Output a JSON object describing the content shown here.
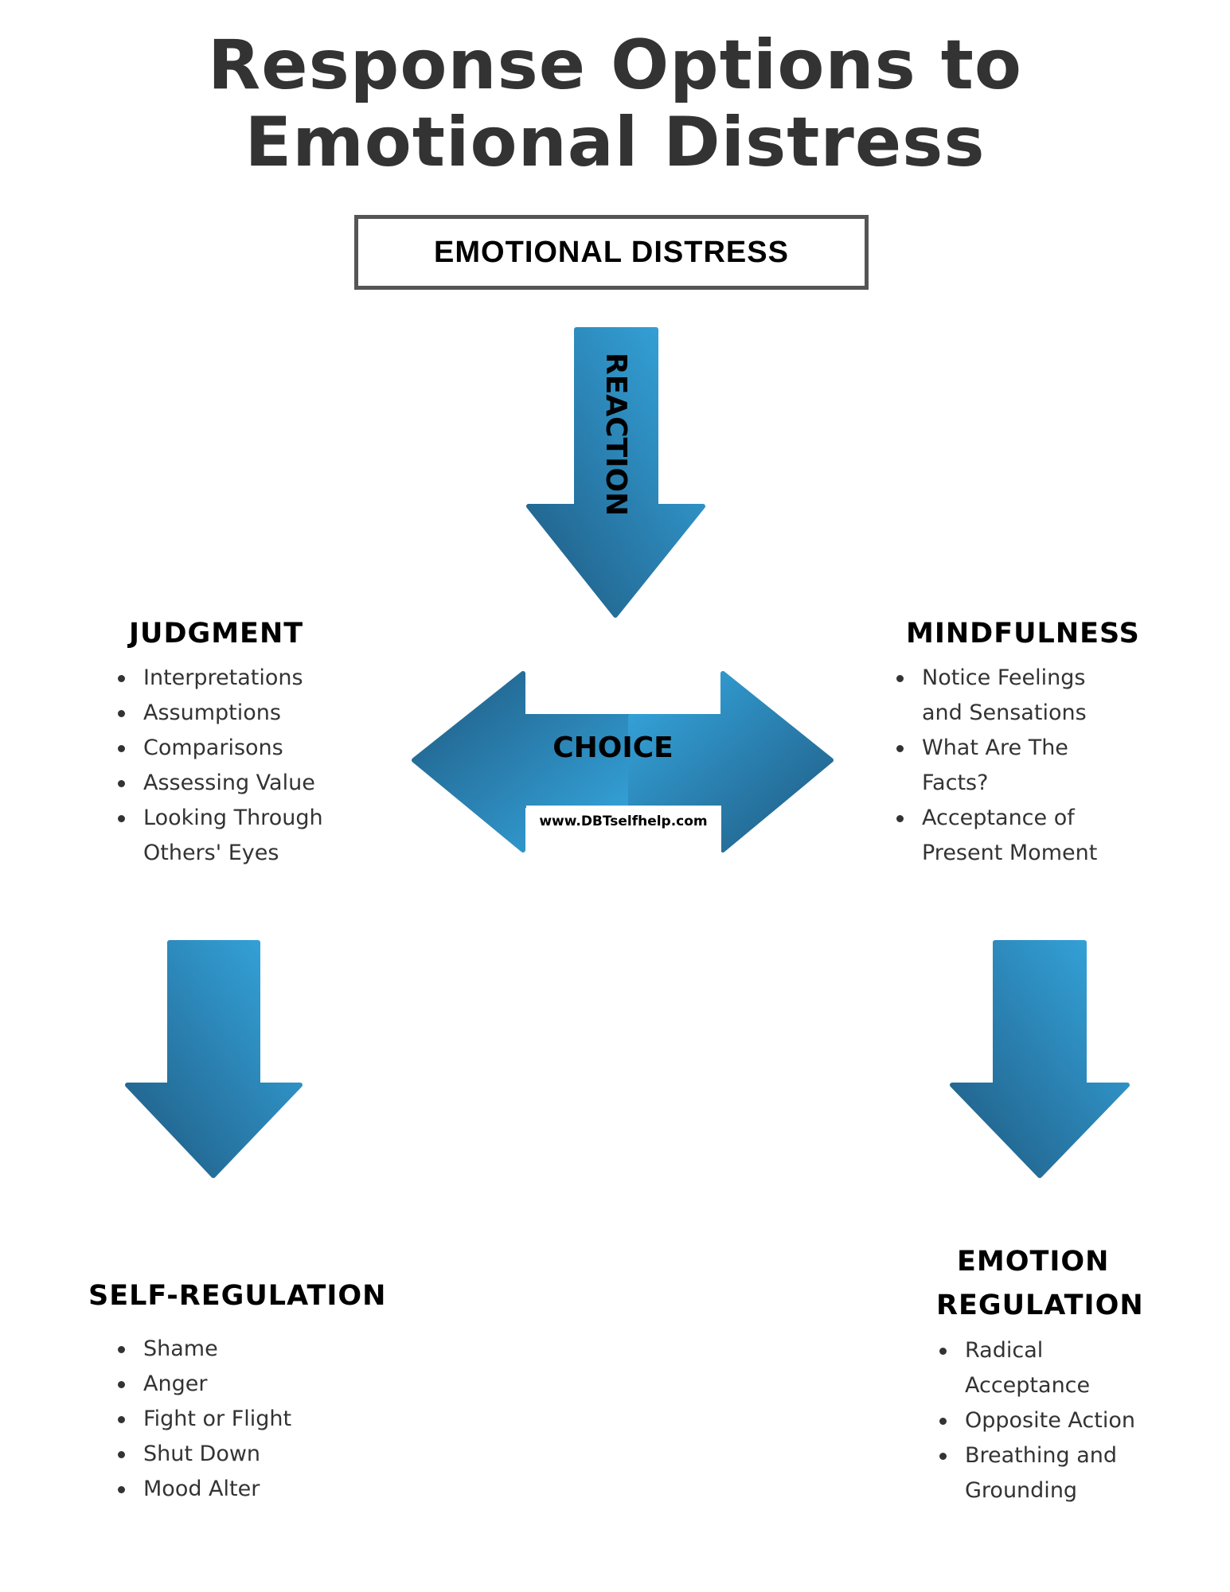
{
  "title": {
    "line1": "Response Options to",
    "line2": "Emotional Distress"
  },
  "top_box": {
    "label": "EMOTIONAL DISTRESS"
  },
  "arrows": {
    "reaction": {
      "label": "REACTION",
      "direction": "down"
    },
    "choice": {
      "label": "CHOICE",
      "direction": "left-right"
    },
    "website": "www.DBTselfhelp.com",
    "judgment_down": {
      "direction": "down"
    },
    "mindfulness_down": {
      "direction": "down"
    },
    "gradient": {
      "light": "#36a9e1",
      "dark": "#1f5a82"
    }
  },
  "judgment": {
    "heading": "JUDGMENT",
    "items": [
      [
        "Interpretations"
      ],
      [
        "Assumptions"
      ],
      [
        "Comparisons"
      ],
      [
        "Assessing Value"
      ],
      [
        "Looking Through",
        "Others' Eyes"
      ]
    ]
  },
  "mindfulness": {
    "heading": "MINDFULNESS",
    "items": [
      [
        "Notice Feelings",
        "and Sensations"
      ],
      [
        "What Are The",
        "Facts?"
      ],
      [
        "Acceptance of",
        "Present Moment"
      ]
    ]
  },
  "self_regulation": {
    "heading": "SELF-REGULATION",
    "items": [
      [
        "Shame"
      ],
      [
        "Anger"
      ],
      [
        "Fight or Flight"
      ],
      [
        "Shut Down"
      ],
      [
        "Mood Alter"
      ]
    ]
  },
  "emotion_regulation": {
    "heading_line1": "EMOTION",
    "heading_line2": "REGULATION",
    "items": [
      [
        "Radical",
        "Acceptance"
      ],
      [
        "Opposite Action"
      ],
      [
        "Breathing and",
        "Grounding"
      ]
    ]
  }
}
